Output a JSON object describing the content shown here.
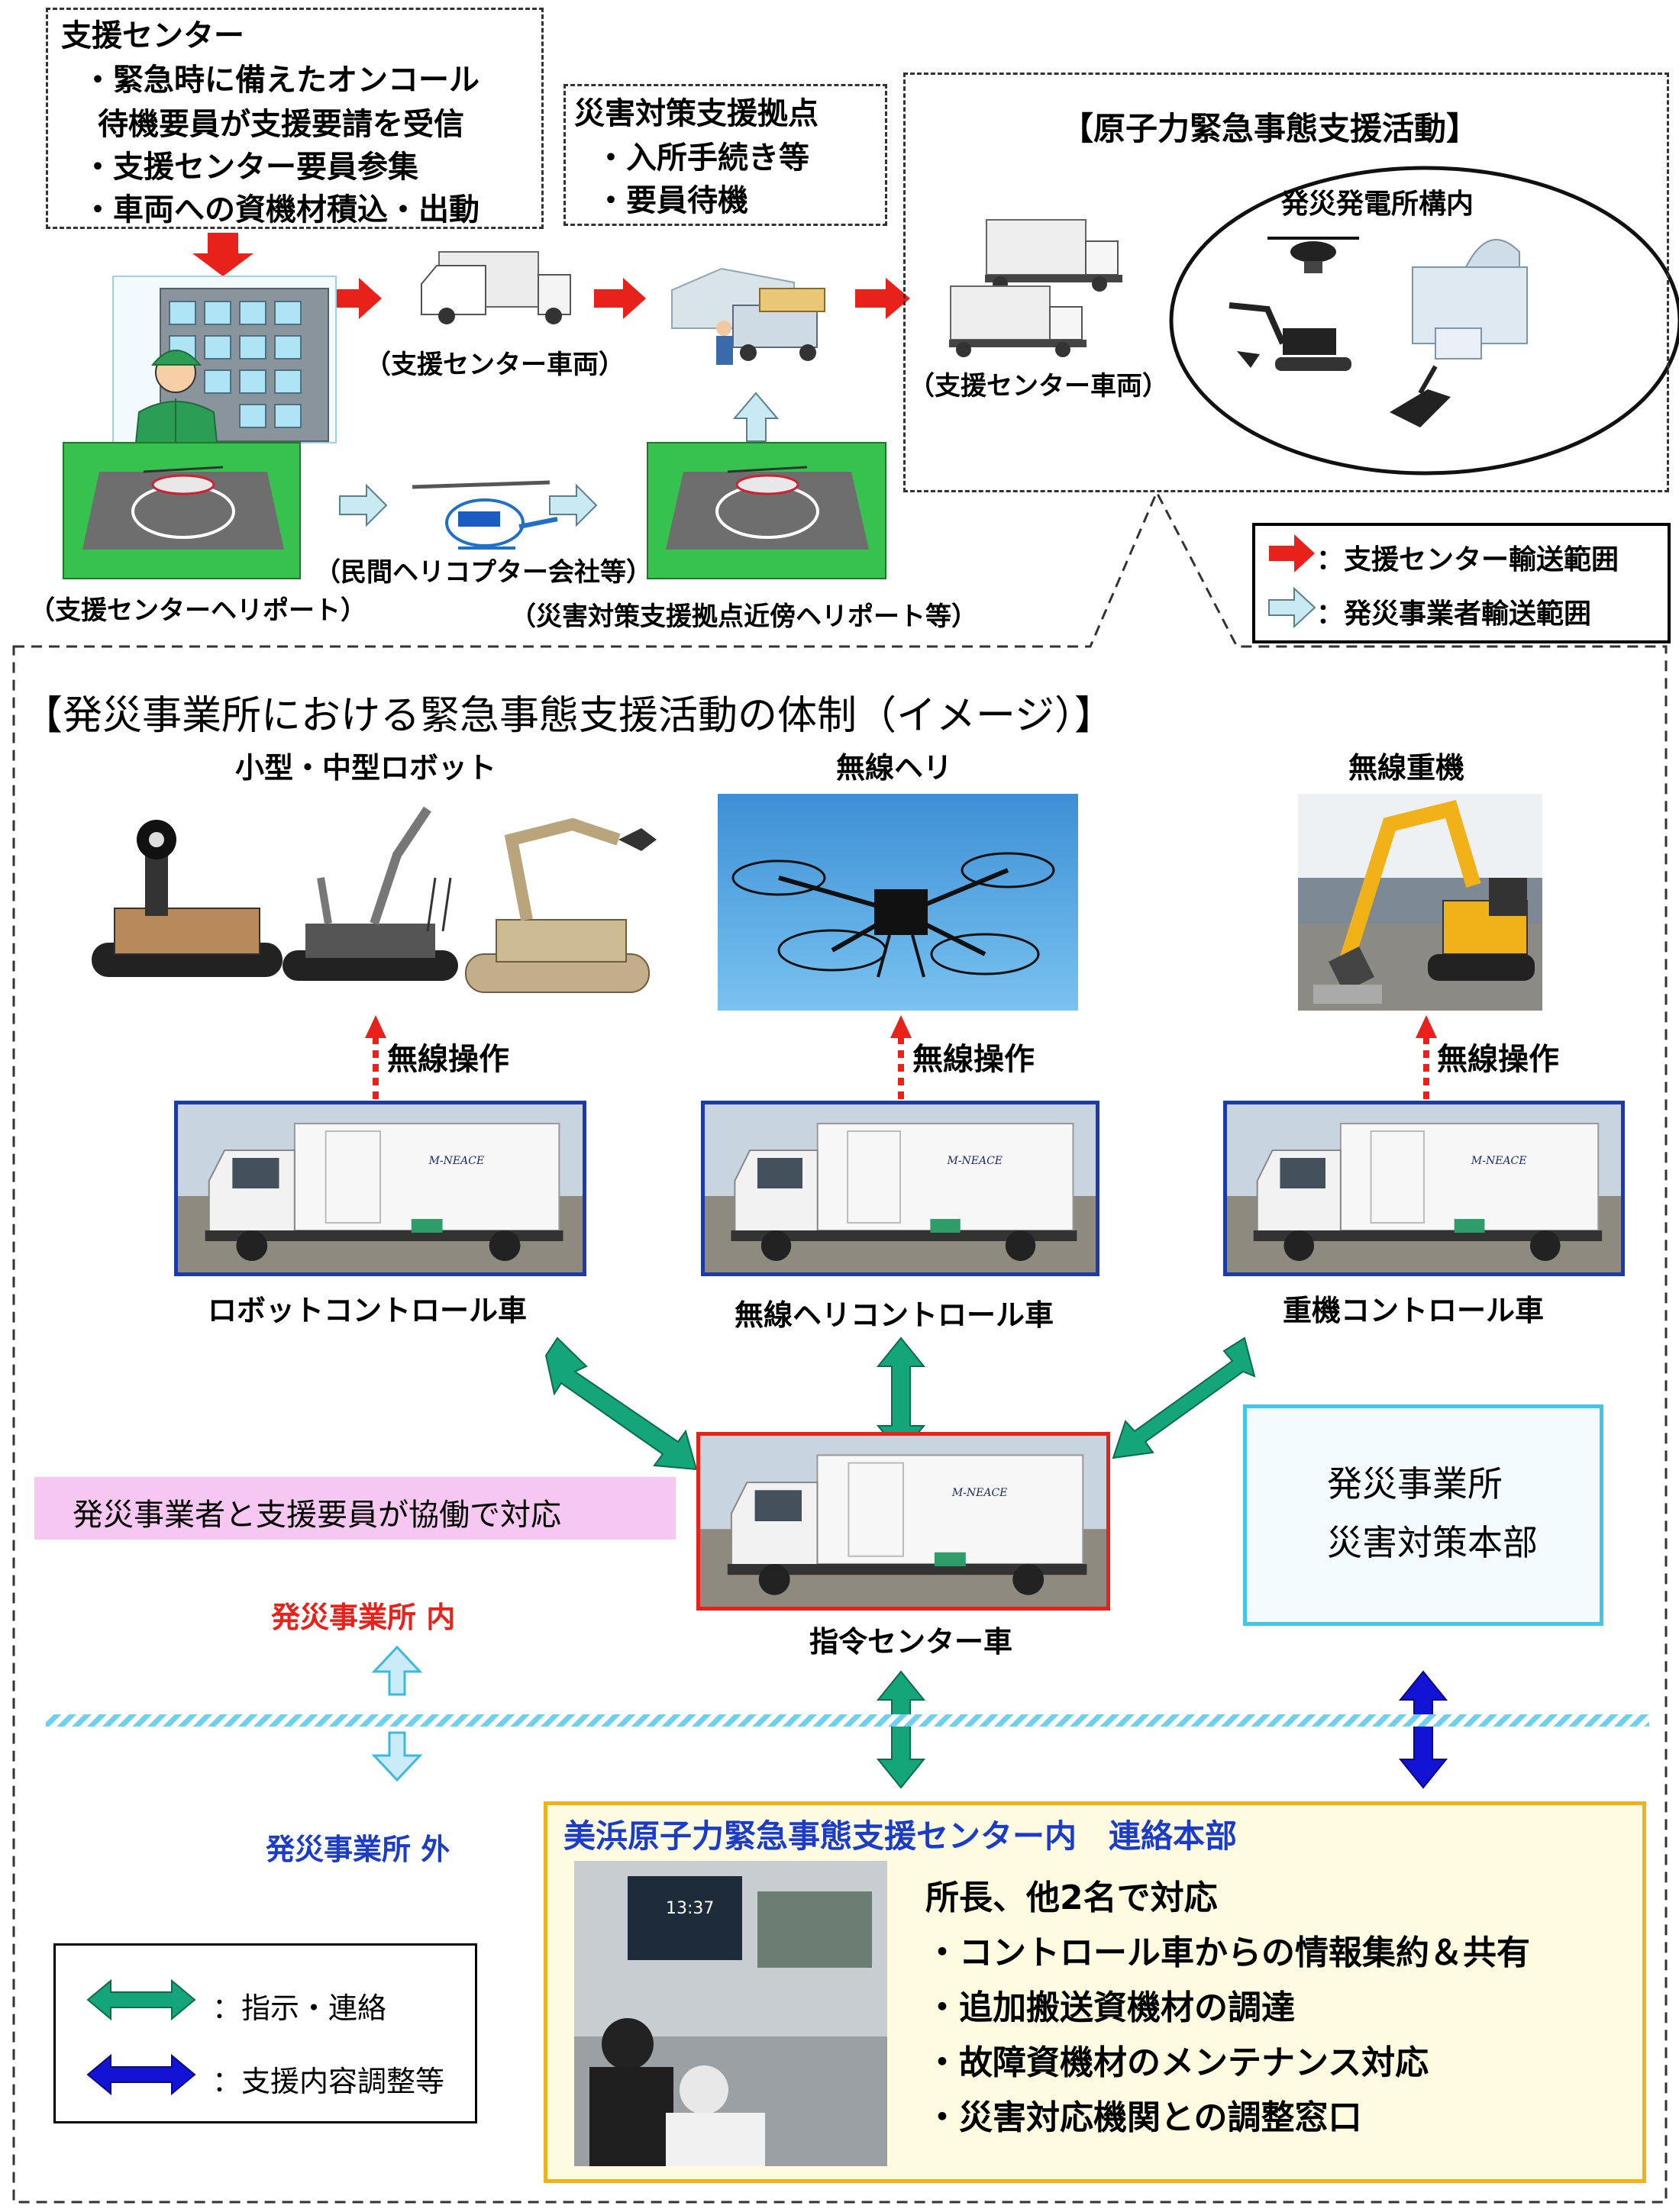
{
  "colors": {
    "red_arrow": "#e8221b",
    "light_arrow": "#bfe3ee",
    "green_arrow": "#14a57a",
    "blue_arrow": "#1313d6",
    "red_text": "#e8221b",
    "blue_text": "#1a3cc8",
    "pink_band": "#f6c7f0",
    "cyan_border": "#3fc6e8",
    "hq_border": "#f0b21c",
    "hq_fill": "#fffbe0",
    "truck_frame_blue": "#1c3aa8",
    "truck_frame_red": "#e8221b"
  },
  "top": {
    "center_box": {
      "title": "支援センター",
      "lines": [
        "・緊急時に備えたオンコール",
        "待機要員が支援要請を受信",
        "・支援センター要員参集",
        "・車両への資機材積込・出動"
      ]
    },
    "base_box": {
      "title": "災害対策支援拠点",
      "lines": [
        "・入所手続き等",
        "・要員待機"
      ]
    },
    "label_vehicle_1": "（支援センター車両）",
    "label_vehicle_2": "（支援センター車両）",
    "label_private_heli": "（民間ヘリコプター会社等）",
    "label_center_heliport": "（支援センターヘリポート）",
    "label_base_heliport": "（災害対策支援拠点近傍ヘリポート等）",
    "activity_title": "【原子力緊急事態支援活動】",
    "plant_label": "発災発電所構内",
    "legend": [
      {
        "icon": "red-arrow-icon",
        "label": "：支援センター輸送範囲"
      },
      {
        "icon": "light-arrow-icon",
        "label": "：発災事業者輸送範囲"
      }
    ]
  },
  "main": {
    "title": "【発災事業所における緊急事態支援活動の体制（イメージ）】",
    "equipment": [
      {
        "label": "小型・中型ロボット",
        "op": "無線操作",
        "truck": "ロボットコントロール車"
      },
      {
        "label": "無線ヘリ",
        "op": "無線操作",
        "truck": "無線ヘリコントロール車"
      },
      {
        "label": "無線重機",
        "op": "無線操作",
        "truck": "重機コントロール車"
      }
    ],
    "truck_text": "M-NEACE",
    "command_truck": "指令センター車",
    "cooperation": "発災事業者と支援要員が協働で対応",
    "hq_local": [
      "発災事業所",
      "災害対策本部"
    ],
    "inside": "発災事業所 内",
    "outside": "発災事業所 外",
    "liaison": {
      "title": "美浜原子力緊急事態支援センター内　連絡本部",
      "lines": [
        "所長、他2名で対応",
        "・コントロール車からの情報集約＆共有",
        "・追加搬送資機材の調達",
        "・故障資機材のメンテナンス対応",
        "・災害対応機関との調整窓口"
      ],
      "screen_time": "13:37"
    },
    "legend": [
      {
        "icon": "green-double-arrow-icon",
        "label": "：指示・連絡"
      },
      {
        "icon": "blue-double-arrow-icon",
        "label": "：支援内容調整等"
      }
    ]
  }
}
